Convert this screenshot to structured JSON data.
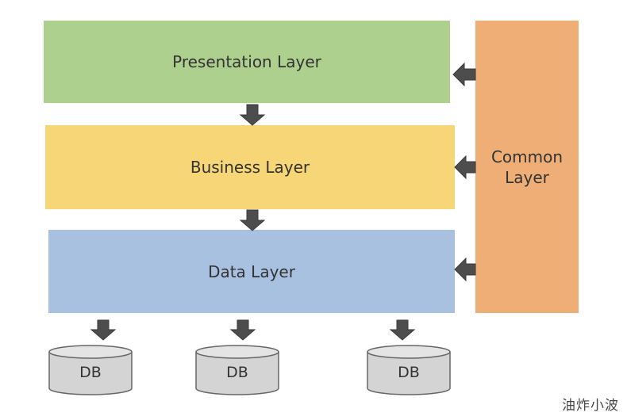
{
  "layers": {
    "presentation": "Presentation Layer",
    "business": "Business Layer",
    "data": "Data Layer",
    "common": "Common\nLayer"
  },
  "databases": [
    "DB",
    "DB",
    "DB"
  ],
  "watermark": "油炸小波",
  "colors": {
    "presentation": "#add08f",
    "business": "#f7d677",
    "data": "#a8c1e0",
    "common": "#eeae75",
    "arrow": "#4d4d4d",
    "db_fill": "#d4d4d4"
  }
}
